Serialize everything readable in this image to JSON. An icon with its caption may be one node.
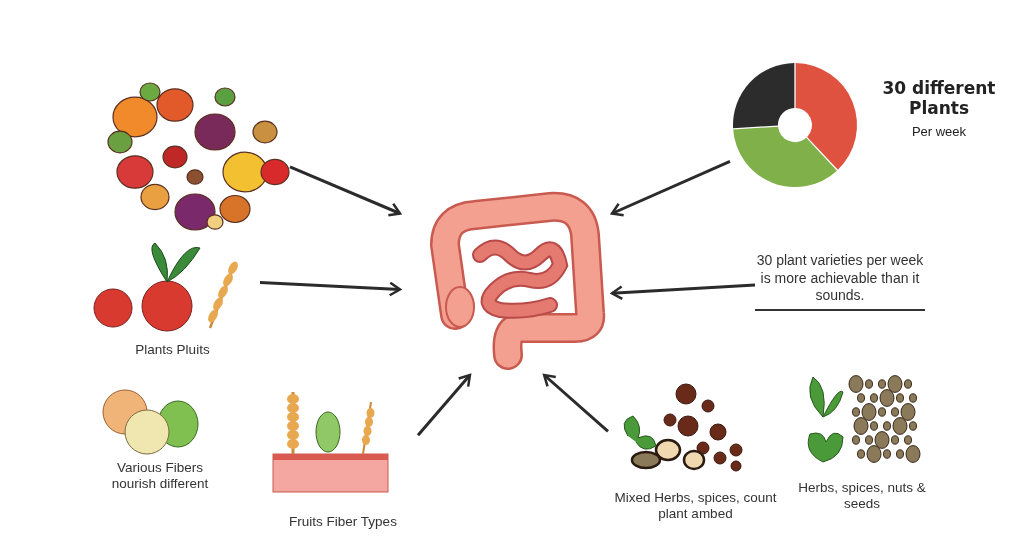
{
  "diagram": {
    "nodes": [
      {
        "text": [],
        "shape": "picture"
      },
      {
        "text": [],
        "shape": "picture"
      },
      {
        "text": [],
        "shape": "picture",
        "beside": [
          "30 different Plants",
          "Per week"
        ]
      },
      {
        "text": [
          "Plants Pluits"
        ]
      },
      {
        "text": [
          "30 plant varieties per week is more achievable than it sounds."
        ]
      },
      {
        "text": [
          "Various Fibers nourish different"
        ]
      },
      {
        "text": [
          "Fruits Fiber Types"
        ]
      },
      {
        "text": [
          "Mixed Herbs, spices, count plant ambed"
        ]
      },
      {
        "text": [
          "Herbs, spices, nuts & seeds"
        ]
      }
    ],
    "edges": [
      {
        "from": 0,
        "to": 1,
        "arrow": "to"
      },
      {
        "from": 2,
        "to": 1,
        "arrow": "to"
      },
      {
        "from": 3,
        "to": 1,
        "arrow": "to"
      },
      {
        "from": 4,
        "to": 1,
        "arrow": "to"
      },
      {
        "from": 6,
        "to": 1,
        "arrow": "to"
      },
      {
        "from": 7,
        "to": 1,
        "arrow": "to"
      }
    ]
  }
}
